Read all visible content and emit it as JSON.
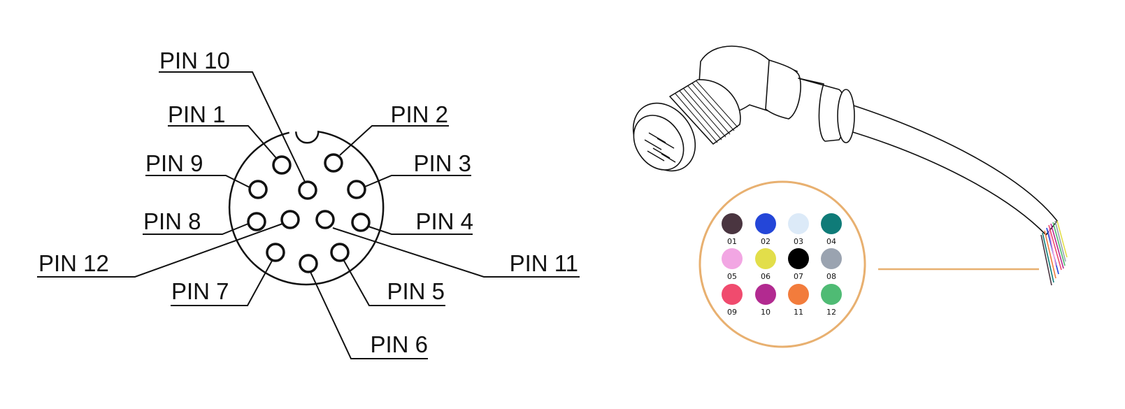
{
  "pin_labels": {
    "pin1": "PIN 1",
    "pin2": "PIN 2",
    "pin3": "PIN 3",
    "pin4": "PIN 4",
    "pin5": "PIN 5",
    "pin6": "PIN 6",
    "pin7": "PIN 7",
    "pin8": "PIN 8",
    "pin9": "PIN 9",
    "pin10": "PIN 10",
    "pin11": "PIN 11",
    "pin12": "PIN 12"
  },
  "wire_colors": [
    {
      "label": "01",
      "color": "#4a3540"
    },
    {
      "label": "02",
      "color": "#2446d8"
    },
    {
      "label": "03",
      "color": "#dceaf8"
    },
    {
      "label": "04",
      "color": "#0f7b78"
    },
    {
      "label": "05",
      "color": "#f2a6e3"
    },
    {
      "label": "06",
      "color": "#e2de4a"
    },
    {
      "label": "07",
      "color": "#000000"
    },
    {
      "label": "08",
      "color": "#9aa3b0"
    },
    {
      "label": "09",
      "color": "#f04b6e"
    },
    {
      "label": "10",
      "color": "#b22a90"
    },
    {
      "label": "11",
      "color": "#f27c3c"
    },
    {
      "label": "12",
      "color": "#4fbb74"
    }
  ],
  "accent_color": "#e8b070"
}
